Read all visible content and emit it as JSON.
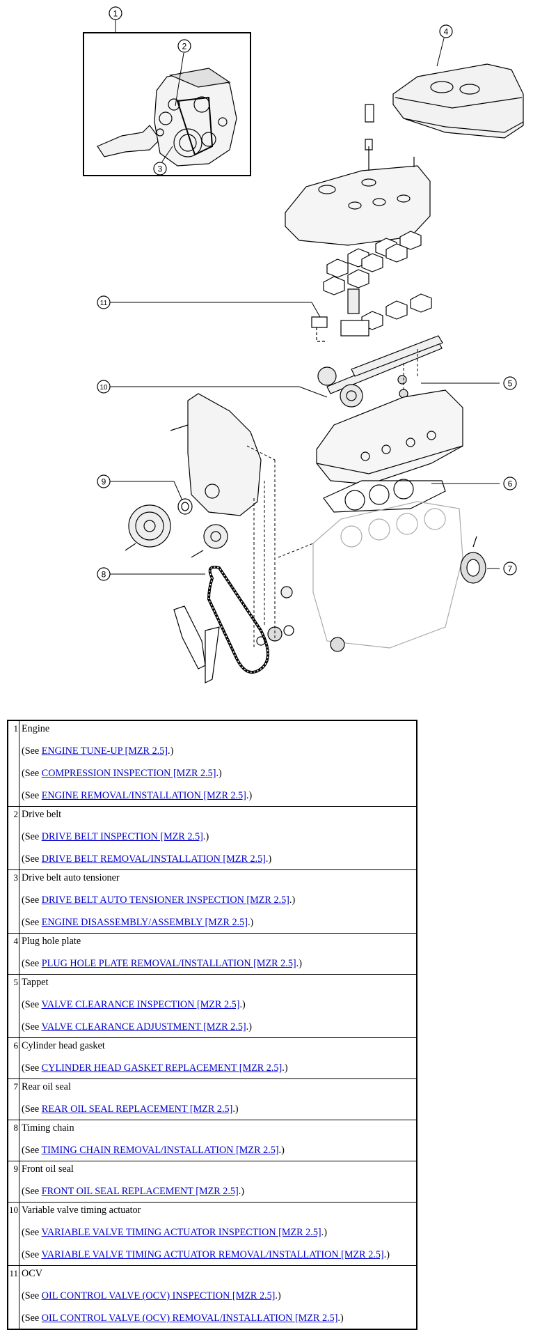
{
  "callouts": [
    "1",
    "2",
    "3",
    "4",
    "5",
    "6",
    "7",
    "8",
    "9",
    "10",
    "11"
  ],
  "parts": [
    {
      "num": "1",
      "name": "Engine",
      "refs": [
        {
          "prefix": "(See ",
          "link": "ENGINE TUNE-UP [MZR 2.5]",
          "suffix": ".)"
        },
        {
          "prefix": "(See ",
          "link": "COMPRESSION INSPECTION [MZR 2.5]",
          "suffix": ".)"
        },
        {
          "prefix": "(See ",
          "link": "ENGINE REMOVAL/INSTALLATION [MZR 2.5]",
          "suffix": ".)"
        }
      ]
    },
    {
      "num": "2",
      "name": "Drive belt",
      "refs": [
        {
          "prefix": "(See ",
          "link": "DRIVE BELT INSPECTION [MZR 2.5]",
          "suffix": ".)"
        },
        {
          "prefix": "(See ",
          "link": "DRIVE BELT REMOVAL/INSTALLATION [MZR 2.5]",
          "suffix": ".)"
        }
      ]
    },
    {
      "num": "3",
      "name": "Drive belt auto tensioner",
      "refs": [
        {
          "prefix": "(See ",
          "link": "DRIVE BELT AUTO TENSIONER INSPECTION [MZR 2.5]",
          "suffix": ".)"
        },
        {
          "prefix": "(See ",
          "link": "ENGINE DISASSEMBLY/ASSEMBLY [MZR 2.5]",
          "suffix": ".)"
        }
      ]
    },
    {
      "num": "4",
      "name": "Plug hole plate",
      "refs": [
        {
          "prefix": "(See ",
          "link": "PLUG HOLE PLATE REMOVAL/INSTALLATION [MZR 2.5]",
          "suffix": ".)"
        }
      ]
    },
    {
      "num": "5",
      "name": "Tappet",
      "refs": [
        {
          "prefix": "(See ",
          "link": "VALVE CLEARANCE INSPECTION [MZR 2.5]",
          "suffix": ".)"
        },
        {
          "prefix": "(See ",
          "link": "VALVE CLEARANCE ADJUSTMENT [MZR 2.5]",
          "suffix": ".)"
        }
      ]
    },
    {
      "num": "6",
      "name": "Cylinder head gasket",
      "refs": [
        {
          "prefix": "(See ",
          "link": "CYLINDER HEAD GASKET REPLACEMENT [MZR 2.5]",
          "suffix": ".)"
        }
      ]
    },
    {
      "num": "7",
      "name": "Rear oil seal",
      "refs": [
        {
          "prefix": "(See ",
          "link": "REAR OIL SEAL REPLACEMENT [MZR 2.5]",
          "suffix": ".)"
        }
      ]
    },
    {
      "num": "8",
      "name": "Timing chain",
      "refs": [
        {
          "prefix": "(See ",
          "link": "TIMING CHAIN REMOVAL/INSTALLATION [MZR 2.5]",
          "suffix": ".)"
        }
      ]
    },
    {
      "num": "9",
      "name": "Front oil seal",
      "refs": [
        {
          "prefix": "(See ",
          "link": "FRONT OIL SEAL REPLACEMENT [MZR 2.5]",
          "suffix": ".)"
        }
      ]
    },
    {
      "num": "10",
      "name": "Variable valve timing actuator",
      "refs": [
        {
          "prefix": "(See ",
          "link": "VARIABLE VALVE TIMING ACTUATOR INSPECTION [MZR 2.5]",
          "suffix": ".)"
        },
        {
          "prefix": "(See ",
          "link": "VARIABLE VALVE TIMING ACTUATOR REMOVAL/INSTALLATION [MZR 2.5]",
          "suffix": ".)"
        }
      ]
    },
    {
      "num": "11",
      "name": "OCV",
      "refs": [
        {
          "prefix": "(See ",
          "link": "OIL CONTROL VALVE (OCV) INSPECTION [MZR 2.5]",
          "suffix": ".)"
        },
        {
          "prefix": "(See ",
          "link": "OIL CONTROL VALVE (OCV) REMOVAL/INSTALLATION [MZR 2.5]",
          "suffix": ".)"
        }
      ]
    }
  ]
}
